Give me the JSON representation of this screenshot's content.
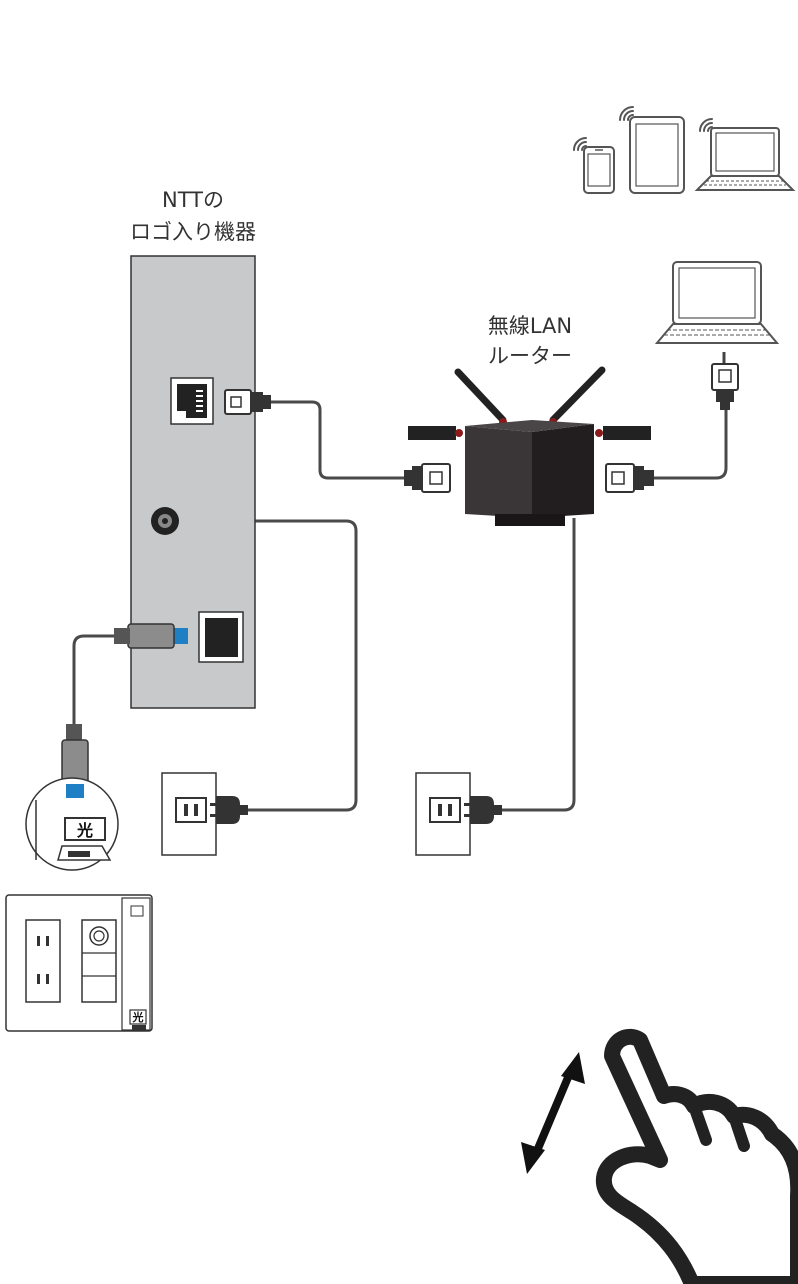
{
  "labels": {
    "ntt_device_line1": "NTTの",
    "ntt_device_line2": "ロゴ入り機器",
    "router_line1": "無線LAN",
    "router_line2": "ルーター",
    "optical_outlet_mark": "光",
    "wall_plate_mark": "光"
  },
  "colors": {
    "device_body": "#c8c9ca",
    "router_body": "#2a2627",
    "cable": "#4a4a4a",
    "optical_connector": "#1e7fc4",
    "antenna_tip": "#8b1a1a",
    "hand_outline": "#222222"
  },
  "icons": [
    "smartphone-icon",
    "tablet-icon",
    "laptop-icon",
    "wifi-icon",
    "hand-pointer-icon",
    "double-arrow-icon",
    "power-plug-icon"
  ]
}
